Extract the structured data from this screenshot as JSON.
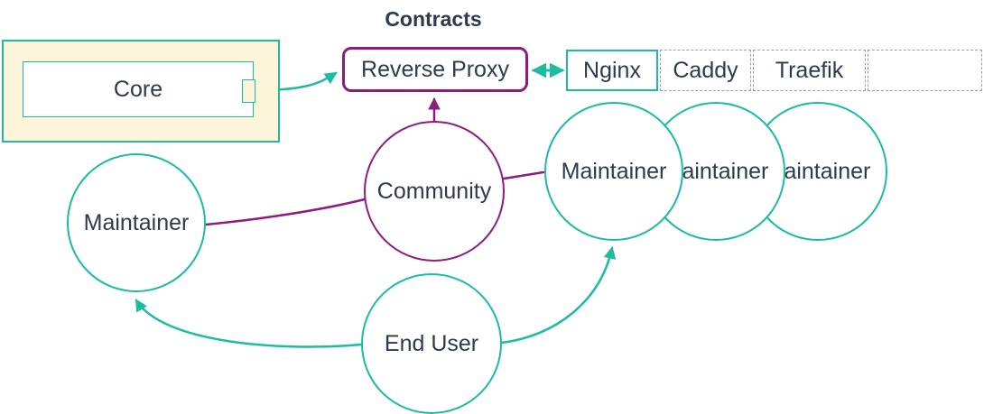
{
  "title": "Contracts",
  "colors": {
    "teal": "#1CBCA0",
    "purple": "#8E1C7C",
    "text": "#2E3B4E",
    "yellow": "#FCF5D9",
    "gray_dash": "#9AA0A6"
  },
  "nodes": {
    "core": {
      "label": "Core"
    },
    "reverse_proxy": {
      "label": "Reverse Proxy"
    },
    "community": {
      "label": "Community"
    },
    "maintainer_left": {
      "label": "Maintainer"
    },
    "maintainers_right": [
      {
        "label": "Maintainer"
      },
      {
        "label": "Maintainer"
      },
      {
        "label": "Maintainer"
      }
    ],
    "end_user": {
      "label": "End User"
    }
  },
  "table": {
    "cells": [
      "Nginx",
      "Caddy",
      "Traefik",
      ""
    ]
  }
}
